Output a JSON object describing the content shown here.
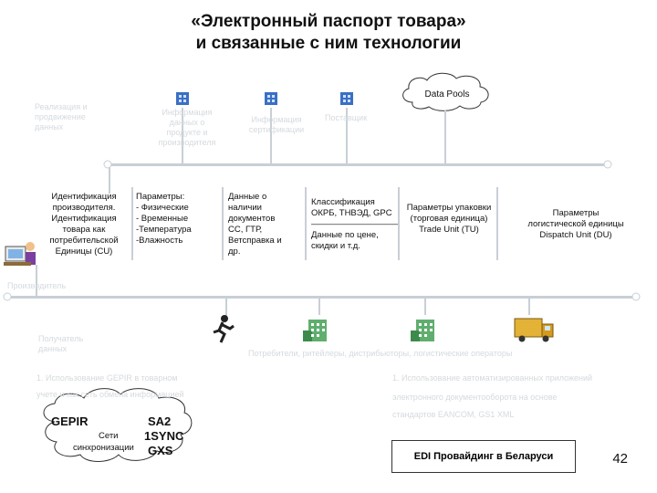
{
  "title": {
    "line1": "«Электронный паспорт товара»",
    "line2": "и связанные с ним технологии"
  },
  "cloud_data_pools": "Data Pools",
  "faint_top": {
    "left": [
      "Реализация и",
      "продвижение",
      "данных"
    ],
    "mid1": [
      "Информация",
      "данных о",
      "продукте и",
      "производителя"
    ],
    "mid2": [
      "Информация",
      "сертификации"
    ],
    "mid3": "Поставщик"
  },
  "info_columns": {
    "identification": [
      "Идентификация",
      "производителя.",
      "Идентификация",
      "товара как",
      "потребительской",
      "Единицы (CU)"
    ],
    "parameters": [
      "Параметры:",
      "- Физические",
      "- Временные",
      "-Температура",
      "-Влажность"
    ],
    "documents": [
      "Данные о",
      "наличии",
      "документов",
      "СС, ГТР,",
      "Ветсправка и",
      "др."
    ],
    "classification": [
      "Классификация",
      "ОКРБ, ТНВЭД, GPC",
      "——————————",
      "Данные по цене,",
      "скидки и т.д."
    ],
    "packaging": [
      "Параметры упаковки",
      "(торговая единица)",
      "Trade Unit (TU)"
    ],
    "logistics": [
      "Параметры",
      "логистической единицы",
      "Dispatch Unit (DU)"
    ]
  },
  "faint_bottom": {
    "producer": "Производитель",
    "receiver": [
      "Получатель",
      "данных"
    ],
    "consumers": "Потребители, ритейлеры, дистрибьюторы, логистические операторы",
    "line_left1": "1. Использование GEPIR в товарном",
    "line_left2": "учете и как сеть обмена информацией",
    "line_right1": "1. Использование автоматизированных приложений",
    "line_right2": "электронного документооборота на основе",
    "line_right3": "стандартов EANCOM, GS1 XML"
  },
  "cloud_networks": {
    "gepir": "GEPIR",
    "label1": "Сети",
    "label2": "синхронизации",
    "sa2": "SA2",
    "onesync": "1SYNC",
    "gxs": "GXS"
  },
  "edi_box": "EDI Провайдинг в Беларуси",
  "page_number": "42"
}
